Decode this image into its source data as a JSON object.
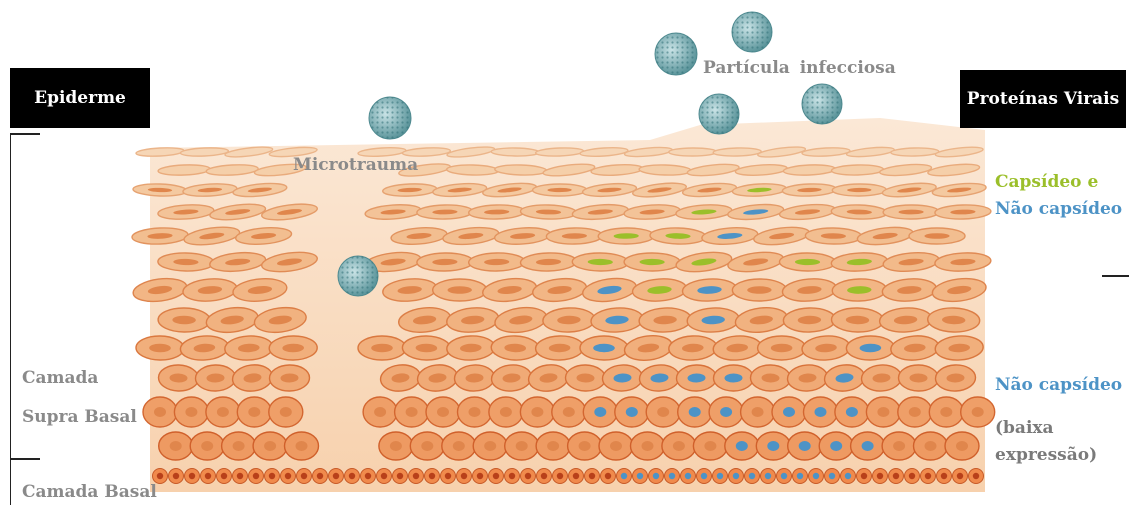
{
  "headers": {
    "left": "Epiderme",
    "right": "Proteínas Virais"
  },
  "labels": {
    "microtrauma": "Microtrauma",
    "infectious_particle": "Partícula infecciosa",
    "layer_upper": "Camada",
    "layer_suprabasal": "Supra Basal",
    "layer_basal": "Camada Basal"
  },
  "protein_labels": {
    "capsid": "Capsídeo",
    "and": "e",
    "non_capsid_1": "Não capsídeo",
    "non_capsid_2": "Não capsídeo",
    "low_expression_1": "(baixa",
    "low_expression_2": "expressão)"
  },
  "colors": {
    "background": "#ffffff",
    "header": "#000000",
    "label_grey": "#8a8a8a",
    "capsid_green": "#9bbf2a",
    "noncapsid_blue": "#4d93c6",
    "cell_fill": "#f4bd8c",
    "cell_border": "#e07a3e",
    "virion": "#6fa7ad"
  }
}
